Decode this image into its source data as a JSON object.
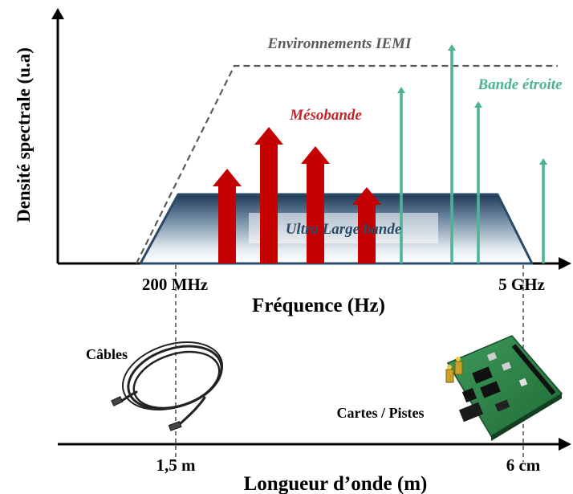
{
  "top_axis": {
    "ylabel": "Densité spectrale (u.a)",
    "xlabel": "Fréquence (Hz)",
    "tick_low": "200 MHz",
    "tick_high": "5 GHz"
  },
  "bottom_axis": {
    "xlabel": "Longueur d’onde (m)",
    "tick_low": "1,5 m",
    "tick_high": "6 cm"
  },
  "categories": {
    "iemi": {
      "label": "Environnements IEMI",
      "color": "#5a5a5a"
    },
    "narrowband": {
      "label": "Bande étroite",
      "color": "#4db394"
    },
    "mesoband": {
      "label": "Mésobande",
      "color": "#c0272d",
      "arrow_color": "#c40000"
    },
    "uwb": {
      "label": "Ultra Large bande",
      "color": "#2b4a66"
    }
  },
  "illustrations": {
    "cables": {
      "label": "Câbles",
      "icon": "coiled-cable-icon"
    },
    "boards": {
      "label": "Cartes / Pistes",
      "icon": "circuit-board-icon"
    }
  }
}
